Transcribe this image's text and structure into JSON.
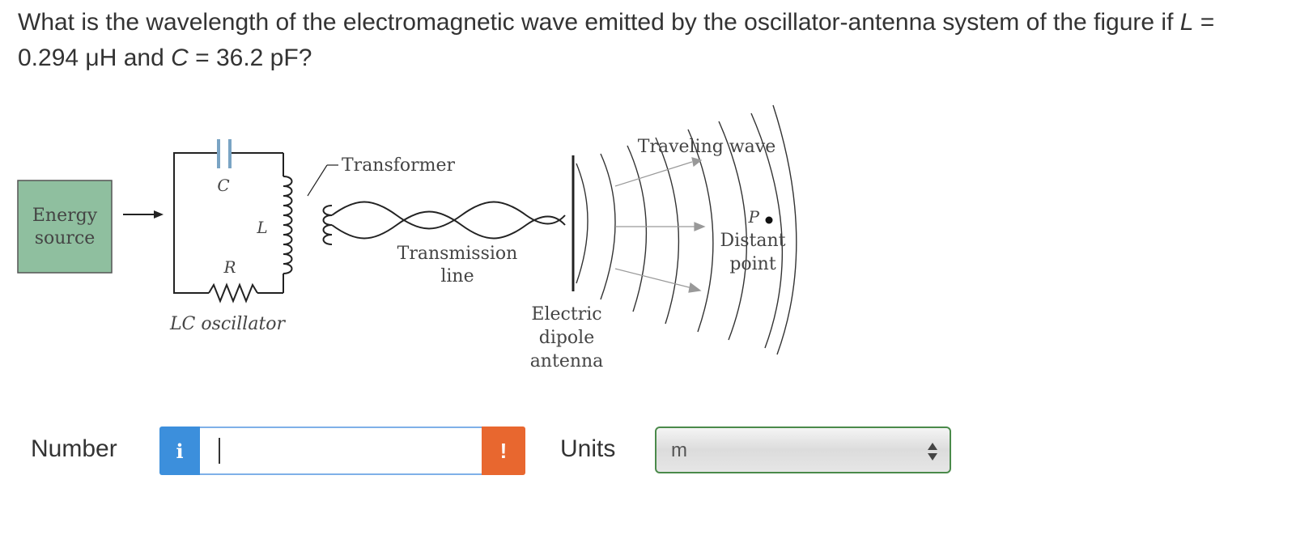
{
  "question": {
    "part1": "What is the wavelength of the electromagnetic wave emitted by the oscillator-antenna system of the figure if ",
    "L_symbol": "L",
    "part2": " = 0.294 μH and ",
    "C_symbol": "C",
    "part3": " = 36.2 pF?"
  },
  "figure": {
    "energy_source_line1": "Energy",
    "energy_source_line2": "source",
    "capacitor_label": "C",
    "inductor_label": "L",
    "resistor_label": "R",
    "oscillator_label": "LC oscillator",
    "transformer_label": "Transformer",
    "transmission_line1": "Transmission",
    "transmission_line2": "line",
    "antenna_line1": "Electric",
    "antenna_line2": "dipole",
    "antenna_line3": "antenna",
    "wave_label": "Traveling wave",
    "point_label": "P",
    "distant_line1": "Distant",
    "distant_line2": "point"
  },
  "answer": {
    "number_label": "Number",
    "info_icon": "i",
    "number_value": "",
    "warning_icon": "!",
    "units_label": "Units",
    "units_value": "m"
  },
  "colors": {
    "info": "#3c8fdc",
    "warning": "#e8672f",
    "energy_box": "#8fbf9f",
    "units_border": "#4a8a4a"
  }
}
